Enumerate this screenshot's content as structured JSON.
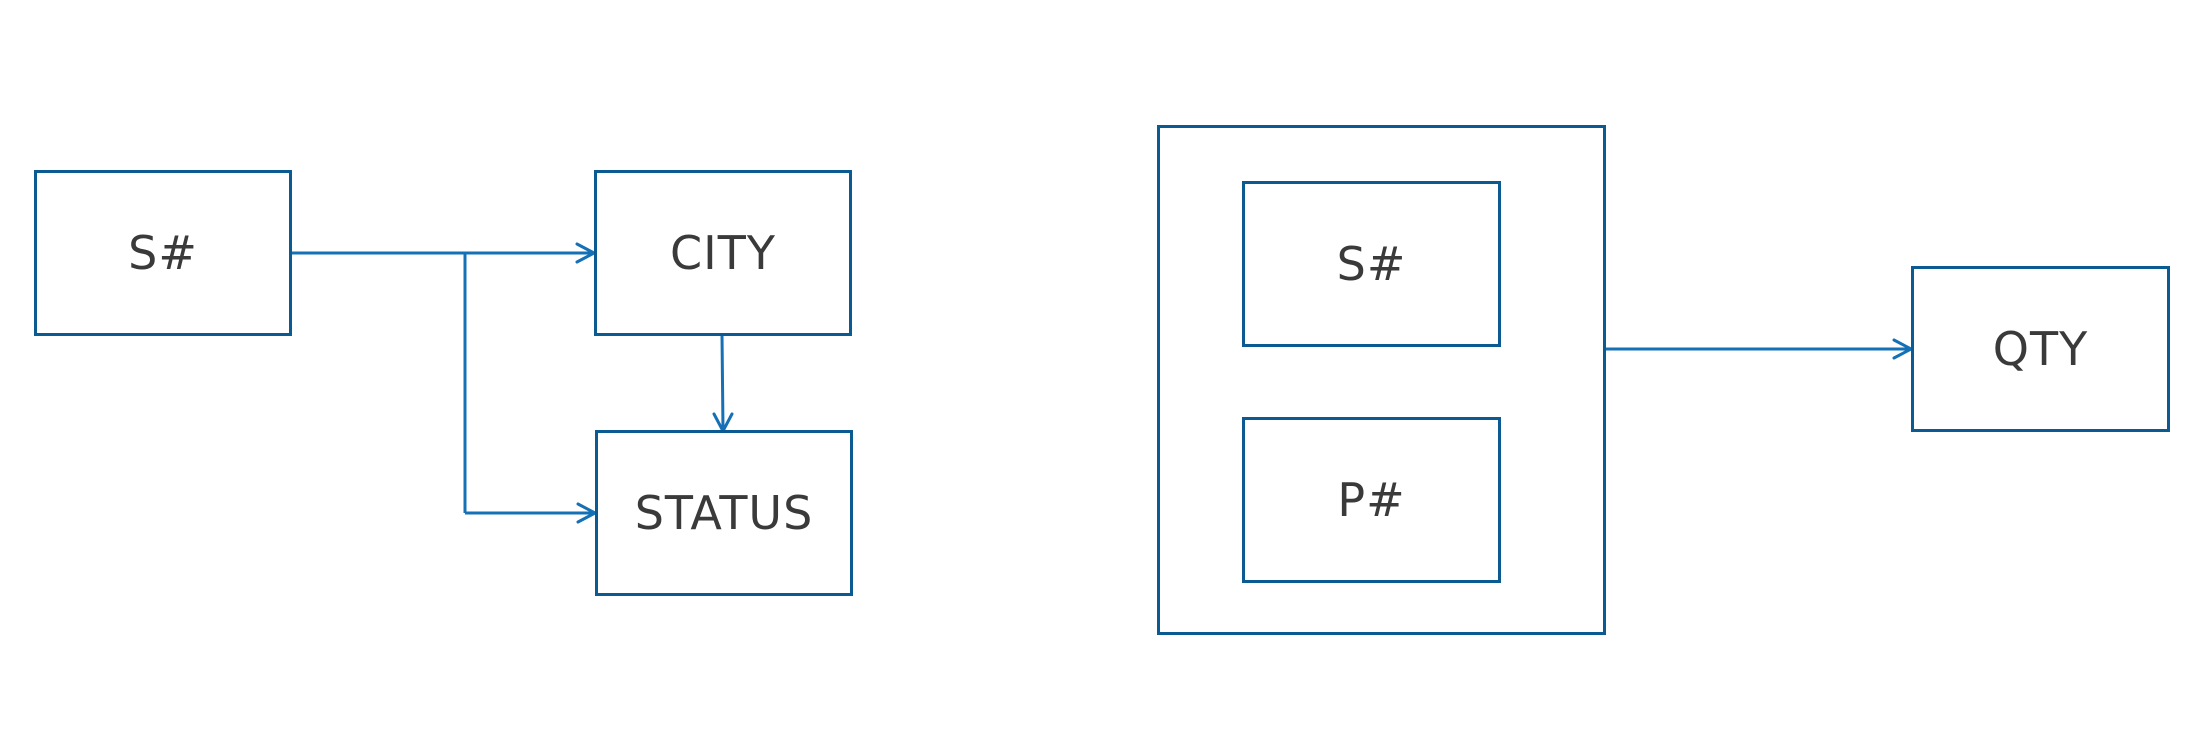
{
  "colors": {
    "box_border": "#0b5a91",
    "arrow": "#1570b5",
    "label_text": "#3a3a3a",
    "background": "#ffffff"
  },
  "left_diagram": {
    "source": "S#",
    "city": "CITY",
    "status": "STATUS"
  },
  "right_diagram": {
    "composite_key": [
      "S#",
      "P#"
    ],
    "target": "QTY"
  }
}
